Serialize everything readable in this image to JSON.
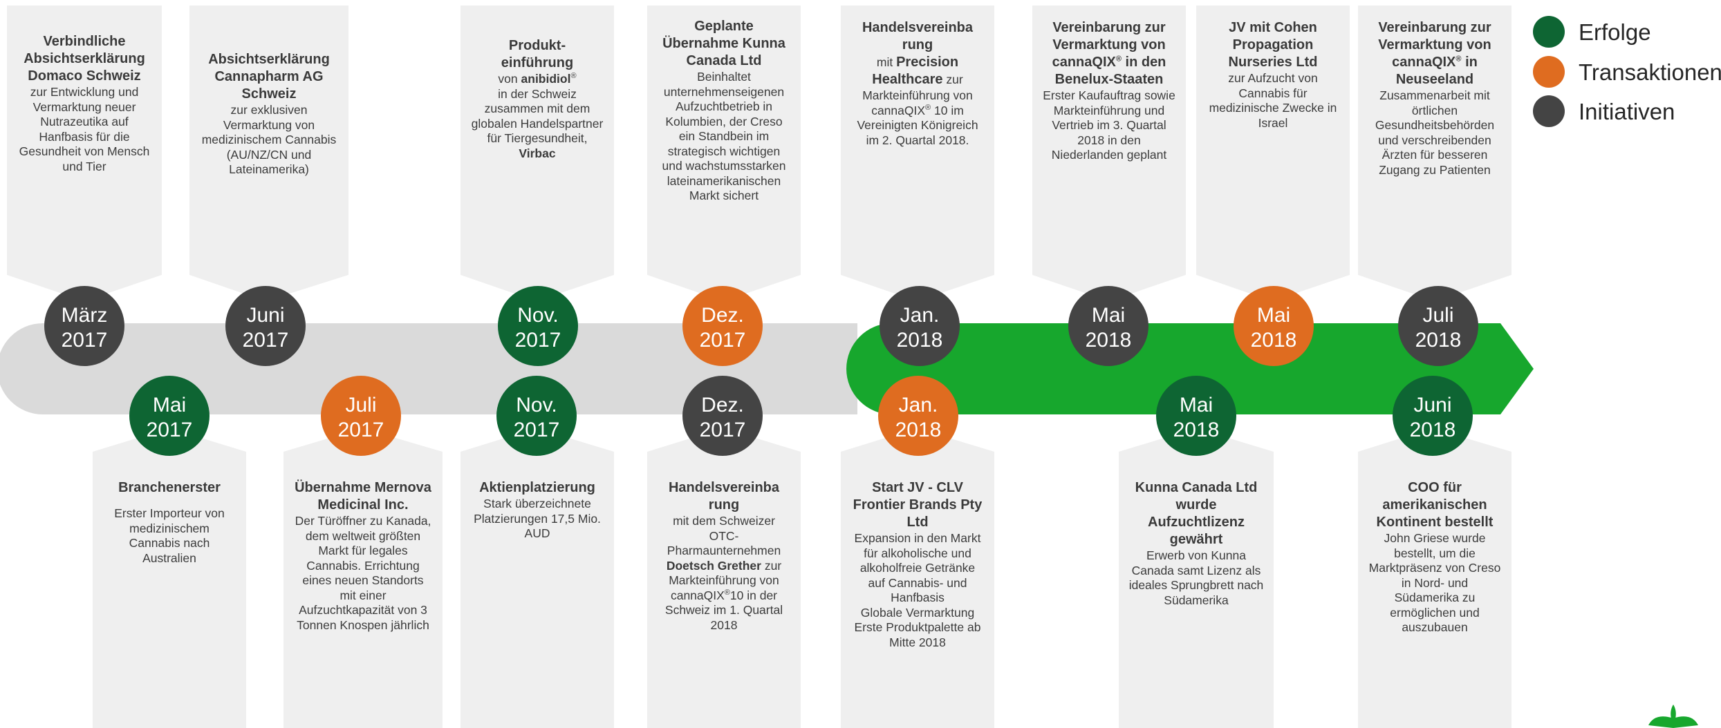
{
  "colors": {
    "success": "#0e6533",
    "transaction": "#df6c20",
    "initiative": "#444444",
    "arrow_gray": "#dadada",
    "arrow_green": "#17a72d",
    "card_bg": "#efefef"
  },
  "legend": [
    {
      "label": "Erfolge",
      "color": "#0e6533"
    },
    {
      "label": "Transaktionen",
      "color": "#df6c20"
    },
    {
      "label": "Initiativen",
      "color": "#444444"
    }
  ],
  "top_dates": [
    {
      "month": "März",
      "year": "2017",
      "color": "#444444"
    },
    {
      "month": "Juni",
      "year": "2017",
      "color": "#444444"
    },
    {
      "month": "Nov.",
      "year": "2017",
      "color": "#0e6533"
    },
    {
      "month": "Dez.",
      "year": "2017",
      "color": "#df6c20"
    },
    {
      "month": "Jan.",
      "year": "2018",
      "color": "#444444"
    },
    {
      "month": "Mai",
      "year": "2018",
      "color": "#444444"
    },
    {
      "month": "Mai",
      "year": "2018",
      "color": "#df6c20"
    },
    {
      "month": "Juli",
      "year": "2018",
      "color": "#444444"
    }
  ],
  "bottom_dates": [
    {
      "month": "Mai",
      "year": "2017",
      "color": "#0e6533"
    },
    {
      "month": "Juli",
      "year": "2017",
      "color": "#df6c20"
    },
    {
      "month": "Nov.",
      "year": "2017",
      "color": "#0e6533"
    },
    {
      "month": "Dez.",
      "year": "2017",
      "color": "#444444"
    },
    {
      "month": "Jan.",
      "year": "2018",
      "color": "#df6c20"
    },
    {
      "month": "Mai",
      "year": "2018",
      "color": "#0e6533"
    },
    {
      "month": "Juni",
      "year": "2018",
      "color": "#0e6533"
    }
  ],
  "top_cards": {
    "c1": {
      "t": "Verbindliche Absichtserklärung Domaco Schweiz",
      "d": "zur Entwicklung und Vermarktung neuer Nutrazeutika auf Hanfbasis für die Gesundheit von Mensch und Tier"
    },
    "c2": {
      "t": "Absichtserklärung Cannapharm AG Schweiz",
      "d": "zur exklusiven Vermarktung von medizinischem Cannabis (AU/NZ/CN und Lateinamerika)"
    },
    "c3": {
      "t1": "Produkt-",
      "t2": "einführung",
      "d1": "von",
      "brand": "anibidiol",
      "reg": "®",
      "d2": "in der Schweiz zusammen mit dem globalen Handelspartner für Tiergesundheit,",
      "partner": "Virbac"
    },
    "c4": {
      "t": "Geplante Übernahme Kunna Canada Ltd",
      "d": "Beinhaltet unternehmenseigenen Aufzuchtbetrieb in Kolumbien, der Creso ein Standbein im strategisch wichtigen und wachstumsstarken lateinamerikanischen Markt sichert"
    },
    "c5": {
      "t": "Handelsvereinba rung",
      "d1": "mit",
      "partner": "Precision Healthcare",
      "d2": "zur Markteinführung von cannaQIX",
      "reg": "®",
      "d3": "10 im Vereinigten Königreich im 2. Quartal 2018."
    },
    "c6": {
      "t1": "Vereinbarung zur Vermarktung von cannaQIX",
      "reg": "®",
      "t2": "in den Benelux-Staaten",
      "d": "Erster Kaufauftrag sowie Markteinführung und Vertrieb im 3. Quartal 2018 in den Niederlanden geplant"
    },
    "c7": {
      "t": "JV mit Cohen Propagation Nurseries Ltd",
      "d": "zur Aufzucht von Cannabis für medizinische Zwecke in Israel"
    },
    "c8": {
      "t1": "Vereinbarung zur Vermarktung von cannaQIX",
      "reg": "®",
      "t2": "in Neuseeland",
      "d": "Zusammenarbeit mit örtlichen Gesundheitsbehörden und verschreibenden Ärzten für besseren Zugang zu Patienten"
    }
  },
  "bottom_cards": {
    "b1": {
      "t": "Branchenerster",
      "d": "Erster Importeur von medizinischem Cannabis nach Australien"
    },
    "b2": {
      "t": "Übernahme Mernova Medicinal Inc.",
      "d": "Der Türöffner zu Kanada, dem weltweit größten Markt für legales Cannabis. Errichtung eines neuen Standorts mit einer Aufzuchtkapazität von 3 Tonnen Knospen jährlich"
    },
    "b3": {
      "t": "Aktienplatzierung",
      "d": "Stark überzeichnete Platzierungen 17,5 Mio. AUD"
    },
    "b4": {
      "t": "Handelsvereinba rung",
      "d1": "mit dem Schweizer OTC-Pharmaunternehmen",
      "partner": "Doetsch Grether",
      "d2": "zur Markteinführung von cannaQIX",
      "reg": "®",
      "d3": "10 in der Schweiz im 1. Quartal 2018"
    },
    "b5": {
      "t": "Start JV - CLV Frontier Brands Pty Ltd",
      "l1": "Expansion in den Markt für alkoholische und alkoholfreie Getränke",
      "l2": "auf Cannabis- und Hanfbasis",
      "l3": "Globale Vermarktung",
      "l4": "Erste Produktpalette ab",
      "l5": "Mitte 2018"
    },
    "b6": {
      "t": "Kunna Canada Ltd wurde Aufzuchtlizenz gewährt",
      "d": "Erwerb von Kunna Canada samt Lizenz als ideales Sprungbrett nach Südamerika"
    },
    "b7": {
      "t": "COO für amerikanischen Kontinent bestellt",
      "d": "John Griese wurde bestellt, um die Marktpräsenz von Creso in Nord- und Südamerika zu ermöglichen und auszubauen"
    }
  }
}
